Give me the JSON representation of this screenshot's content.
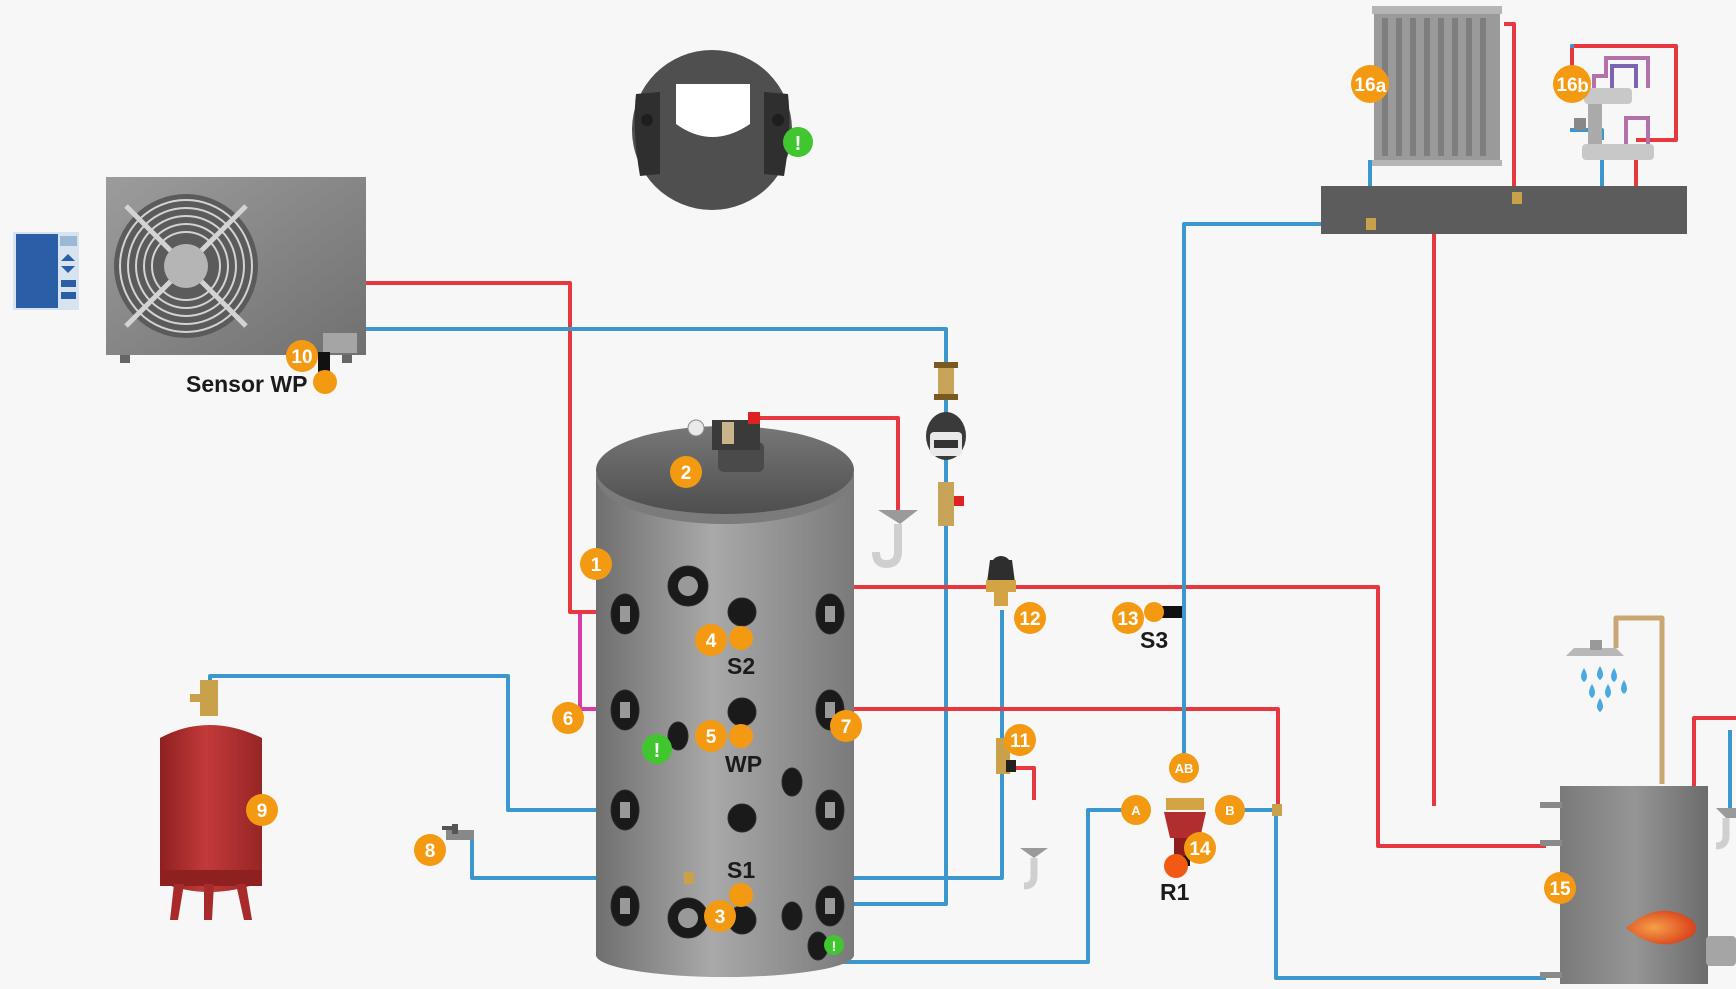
{
  "colors": {
    "supply": "#e8383f",
    "return": "#3d97cf",
    "mix": "#d63ca4",
    "badge": "#f39a12",
    "alert": "#41c62f",
    "tank": "#8d8d8d",
    "expansion_tank": "#b5302f"
  },
  "diagram": {
    "badges": {
      "b1": "1",
      "b2": "2",
      "b3": "3",
      "b4": "4",
      "b5": "5",
      "b6": "6",
      "b7": "7",
      "b8": "8",
      "b9": "9",
      "b10": "10",
      "b11": "11",
      "b12": "12",
      "b13": "13",
      "b14": "14",
      "b15": "15",
      "b16a": "16",
      "b16a_sub": "a",
      "b16b": "16",
      "b16b_sub": "b"
    },
    "valve_ports": {
      "a": "A",
      "b": "B",
      "ab": "AB"
    },
    "labels": {
      "sensor_wp": "Sensor WP",
      "s1": "S1",
      "s2": "S2",
      "s3": "S3",
      "wp": "WP",
      "r1": "R1"
    },
    "alert_mark": "!",
    "icons": {
      "heat_pump": "heat-pump-icon",
      "controller": "controller-icon",
      "storage_tank": "storage-tank-icon",
      "expansion_vessel": "expansion-vessel-icon",
      "circulation_pump": "circulation-pump-icon",
      "mixing_valve": "three-way-valve-icon",
      "radiator": "radiator-icon",
      "underfloor_manifold": "manifold-icon",
      "shower": "shower-icon",
      "boiler": "boiler-icon"
    }
  }
}
